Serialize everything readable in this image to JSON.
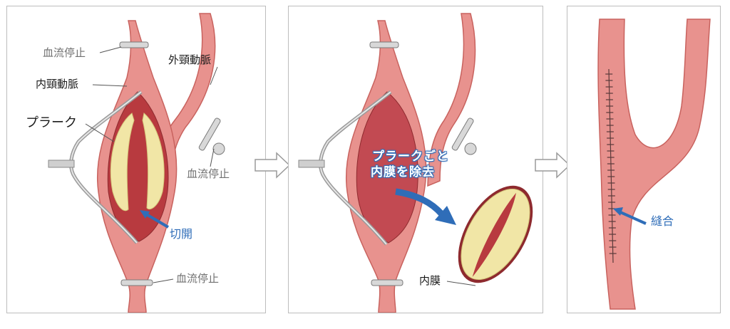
{
  "panel1": {
    "label_flow_stop_top": "血流停止",
    "label_ext_carotid": "外頸動脈",
    "label_int_carotid": "内頸動脈",
    "label_plaque": "プラーク",
    "label_flow_stop_right": "血流停止",
    "label_incision": "切開",
    "label_flow_stop_bottom": "血流停止"
  },
  "panel2": {
    "label_remove_line1": "プラークごと",
    "label_remove_line2": "内膜を除去",
    "label_intima": "内膜"
  },
  "panel3": {
    "label_suture": "縫合"
  },
  "colors": {
    "artery": "#e8928e",
    "artery_dark": "#c8625e",
    "lumen": "#b83a3f",
    "plaque": "#f1e6a6",
    "arrow_blue": "#2f6db8",
    "retractor": "#cfcfcf"
  }
}
